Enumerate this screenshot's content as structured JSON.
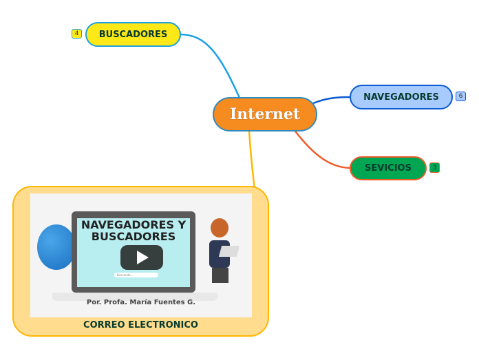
{
  "central": {
    "label": "Internet",
    "color": "#f68b1f"
  },
  "topics": [
    {
      "label": "BUSCADORES",
      "badge": "4",
      "color": "#ffe817"
    },
    {
      "label": "NAVEGADORES",
      "badge": "6",
      "color": "#a8cbff"
    },
    {
      "label": "SEVICIOS",
      "badge": "3",
      "color": "#00a651"
    },
    {
      "label": "CORREO ELECTRONICO",
      "color": "#ffdc8e"
    }
  ],
  "video": {
    "title_line1": "NAVEGADORES Y",
    "title_line2": "BUSCADORES",
    "author": "Por. Profa. María Fuentes G.",
    "search_placeholder": "Buscando..."
  }
}
